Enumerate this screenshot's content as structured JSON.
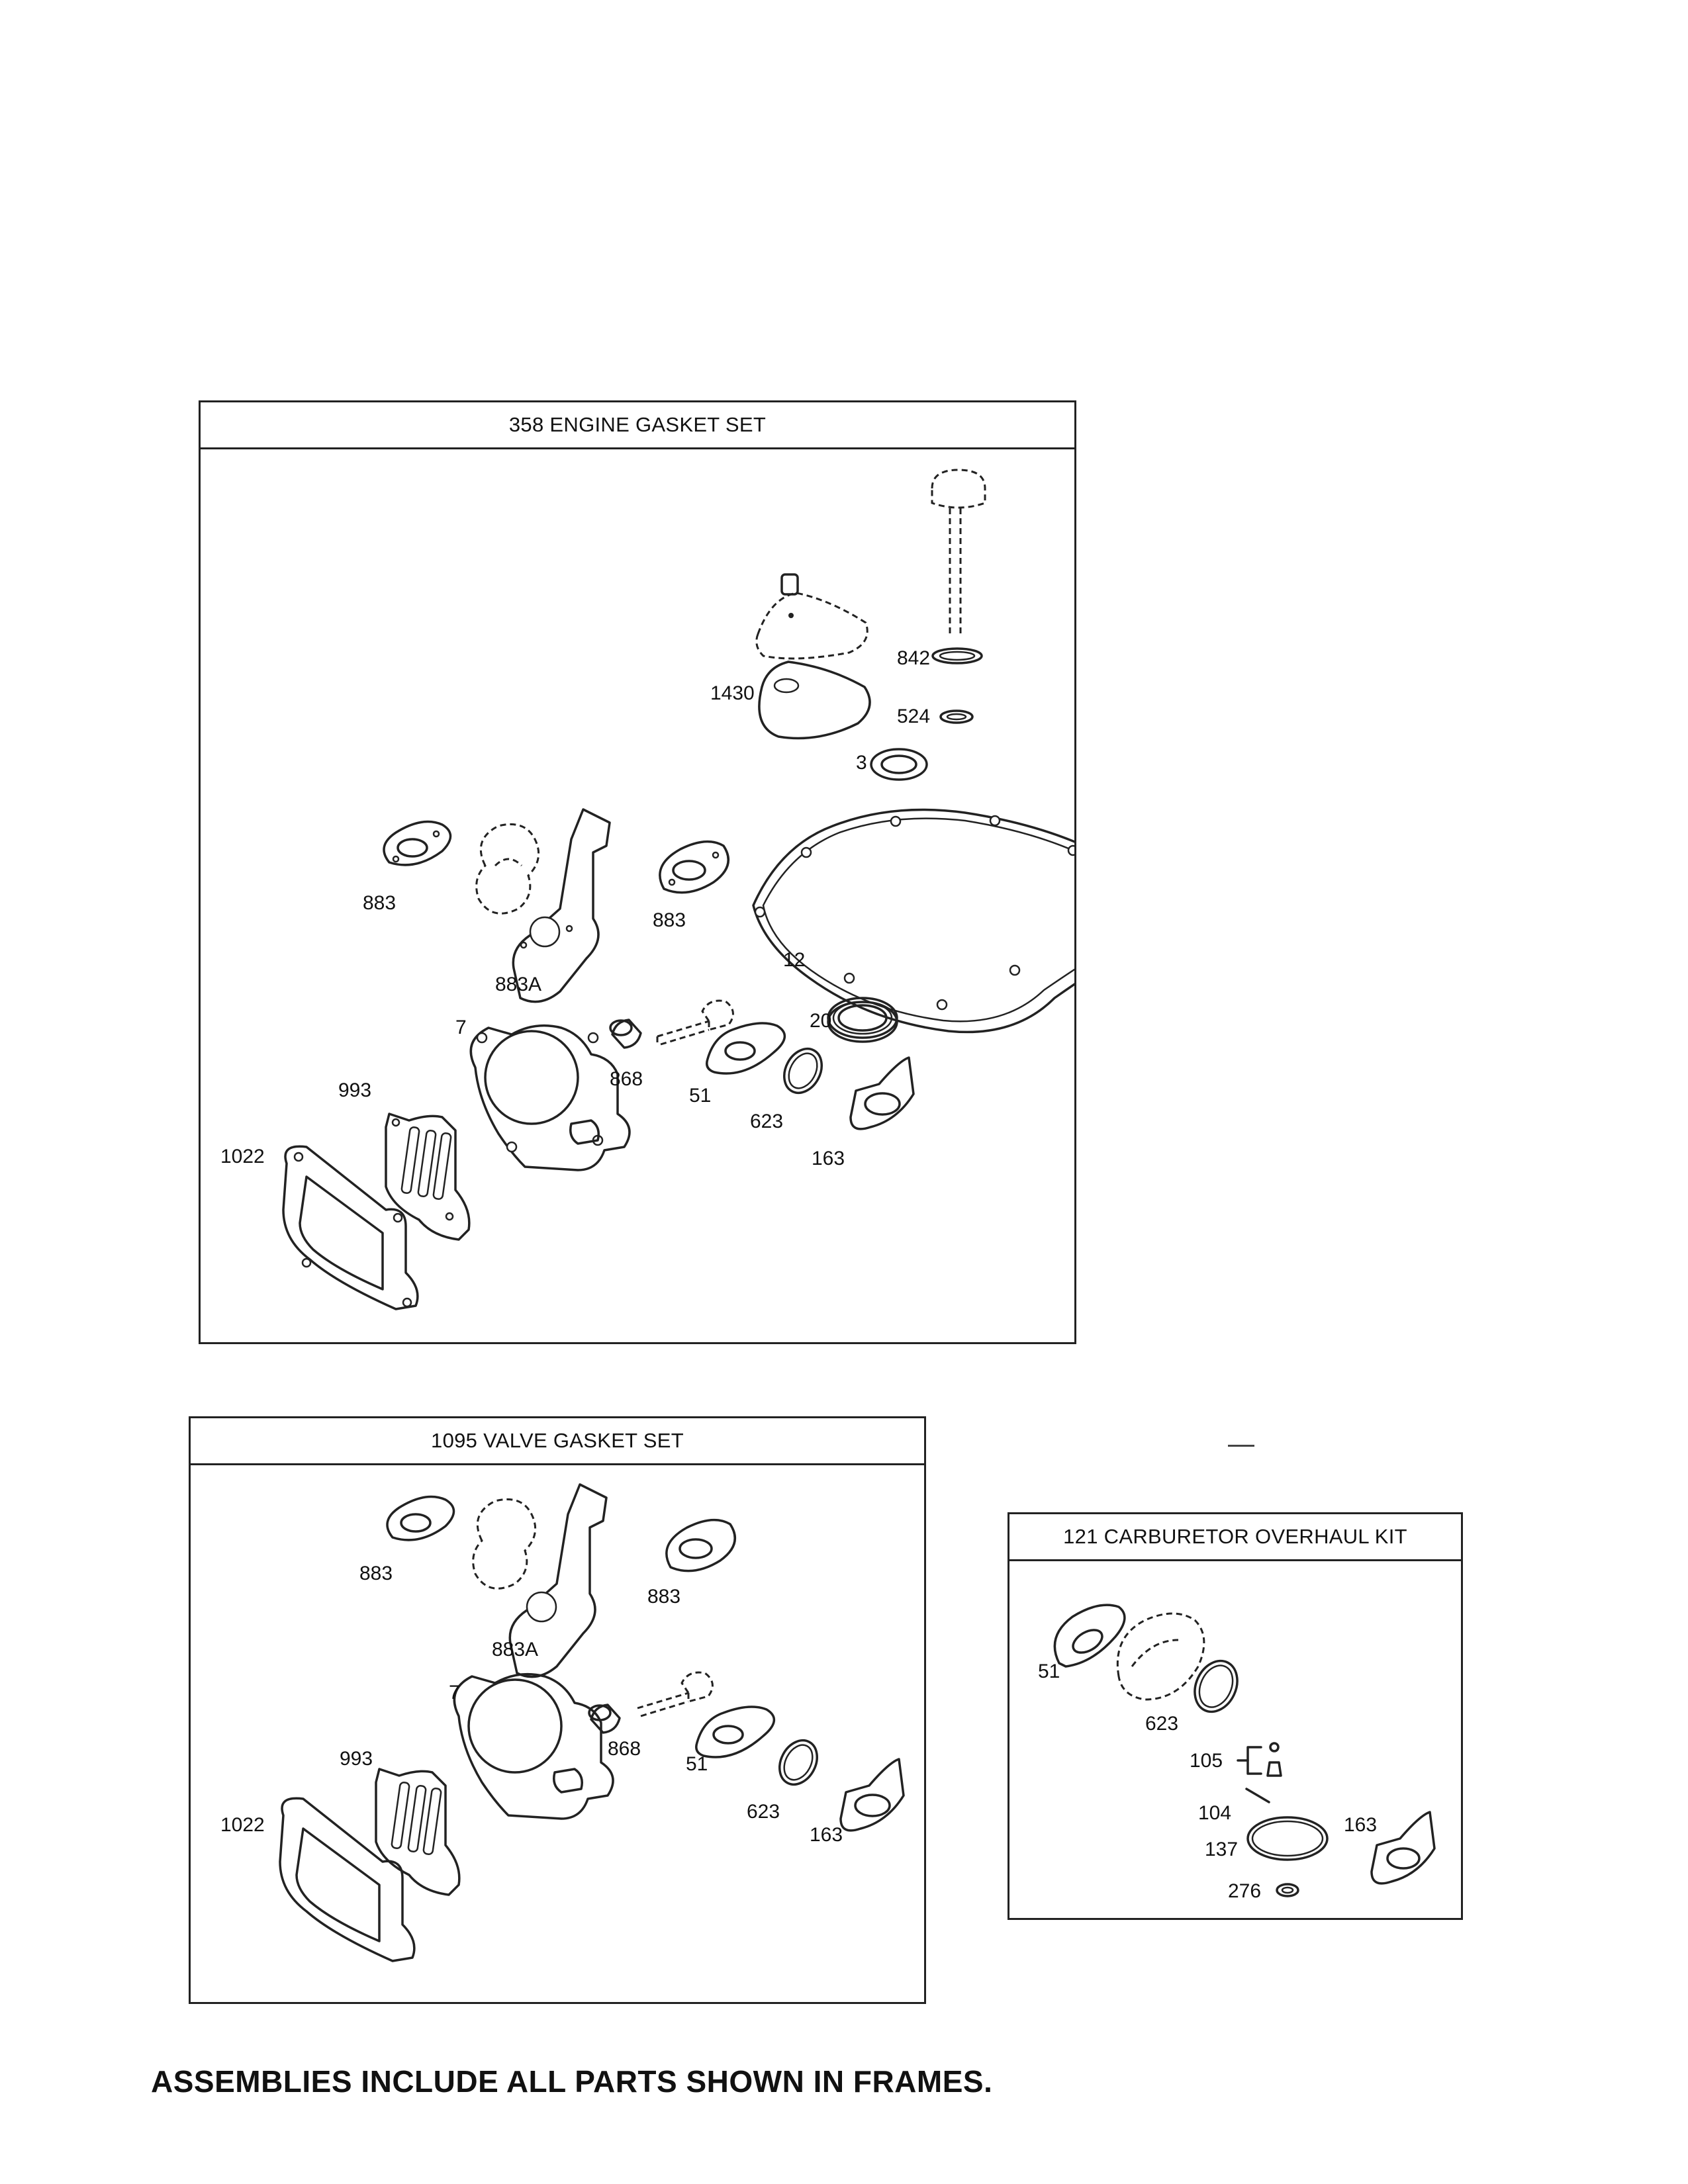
{
  "frames": {
    "engine": {
      "title": "358 ENGINE GASKET SET",
      "labels": {
        "p842": "842",
        "p1430": "1430",
        "p524": "524",
        "p3": "3",
        "p883a": "883",
        "p883b": "883",
        "p883A": "883A",
        "p12": "12",
        "p20": "20",
        "p7": "7",
        "p868": "868",
        "p51": "51",
        "p993": "993",
        "p623": "623",
        "p1022": "1022",
        "p163": "163"
      }
    },
    "valve": {
      "title": "1095 VALVE GASKET SET",
      "labels": {
        "p883a": "883",
        "p883b": "883",
        "p883A": "883A",
        "p7": "7",
        "p868": "868",
        "p51": "51",
        "p993": "993",
        "p623": "623",
        "p1022": "1022",
        "p163": "163"
      }
    },
    "carb": {
      "title": "121 CARBURETOR OVERHAUL KIT",
      "labels": {
        "p51": "51",
        "p623": "623",
        "p105": "105",
        "p104": "104",
        "p163": "163",
        "p137": "137",
        "p276": "276"
      }
    }
  },
  "footer": "ASSEMBLIES INCLUDE ALL PARTS SHOWN IN FRAMES."
}
